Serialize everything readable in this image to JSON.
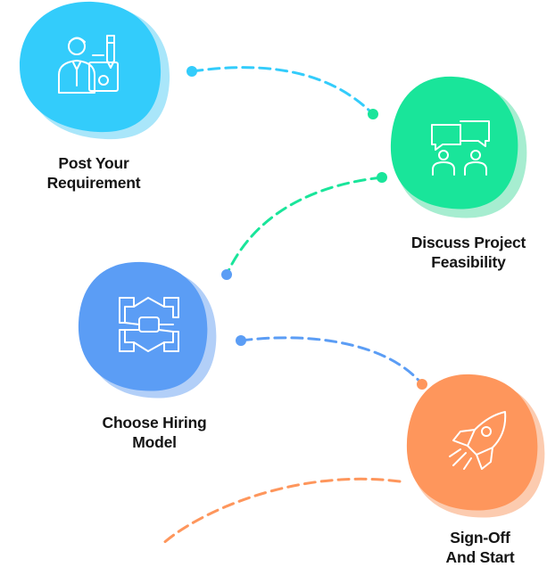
{
  "steps": [
    {
      "line1": "Post Your",
      "line2": "Requirement",
      "color": "#33CCFB",
      "shadow": "#A9E6FA",
      "icon": "person-with-pen-icon"
    },
    {
      "line1": "Discuss Project",
      "line2": "Feasibility",
      "color": "#19E59A",
      "shadow": "#A6EDD0",
      "icon": "discussion-icon"
    },
    {
      "line1": "Choose Hiring",
      "line2": "Model",
      "color": "#5B9DF5",
      "shadow": "#B2CFF8",
      "icon": "teamwork-hands-icon"
    },
    {
      "line1": "Sign-Off",
      "line2": "And Start",
      "color": "#FE965C",
      "shadow": "#FCCBAF",
      "icon": "rocket-icon"
    }
  ]
}
